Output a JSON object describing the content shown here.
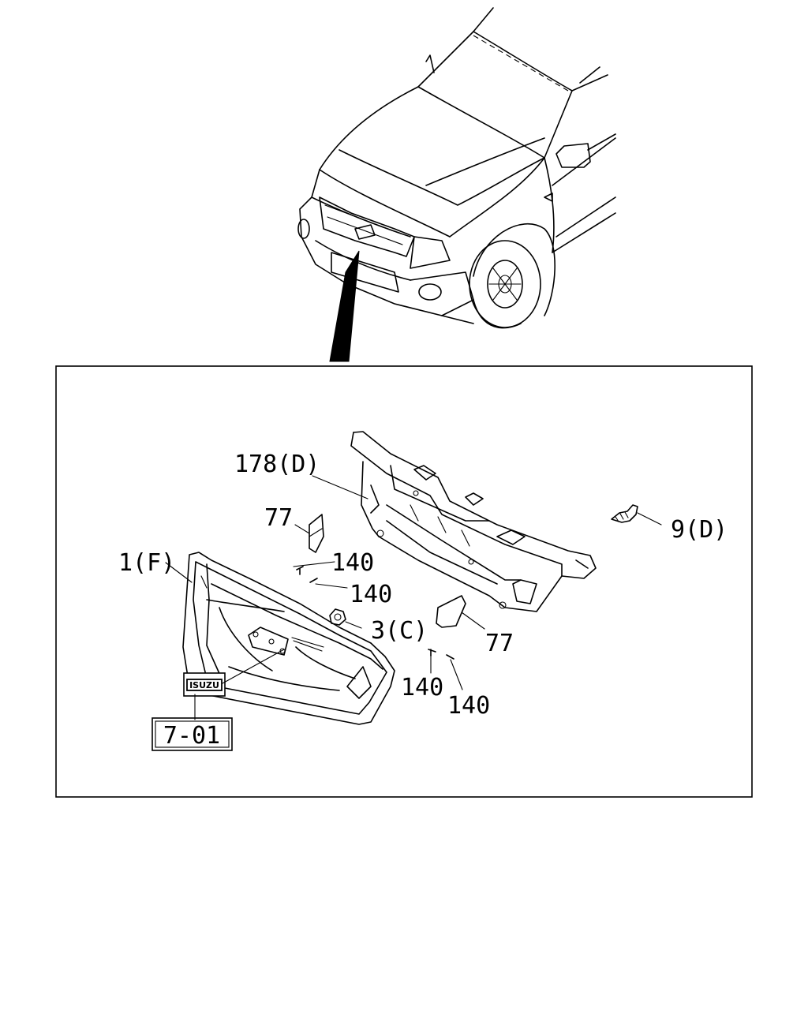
{
  "diagram": {
    "callouts": {
      "p178": "178(D)",
      "p77a": "77",
      "p77b": "77",
      "p1": "1(F)",
      "p140a": "140",
      "p140b": "140",
      "p140c": "140",
      "p140d": "140",
      "p3": "3(C)",
      "p9": "9(D)",
      "ref": "7-01"
    },
    "badge_text": "ISUZU"
  }
}
